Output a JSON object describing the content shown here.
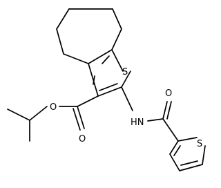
{
  "structure": {
    "atom_labels": {
      "ring_sulfur": "S",
      "ester_oxygen": "O",
      "carbonyl_oxygen": "O",
      "amide_nitrogen": "HN",
      "amide_oxygen": "O",
      "thiophene_sulfur": "S"
    }
  }
}
